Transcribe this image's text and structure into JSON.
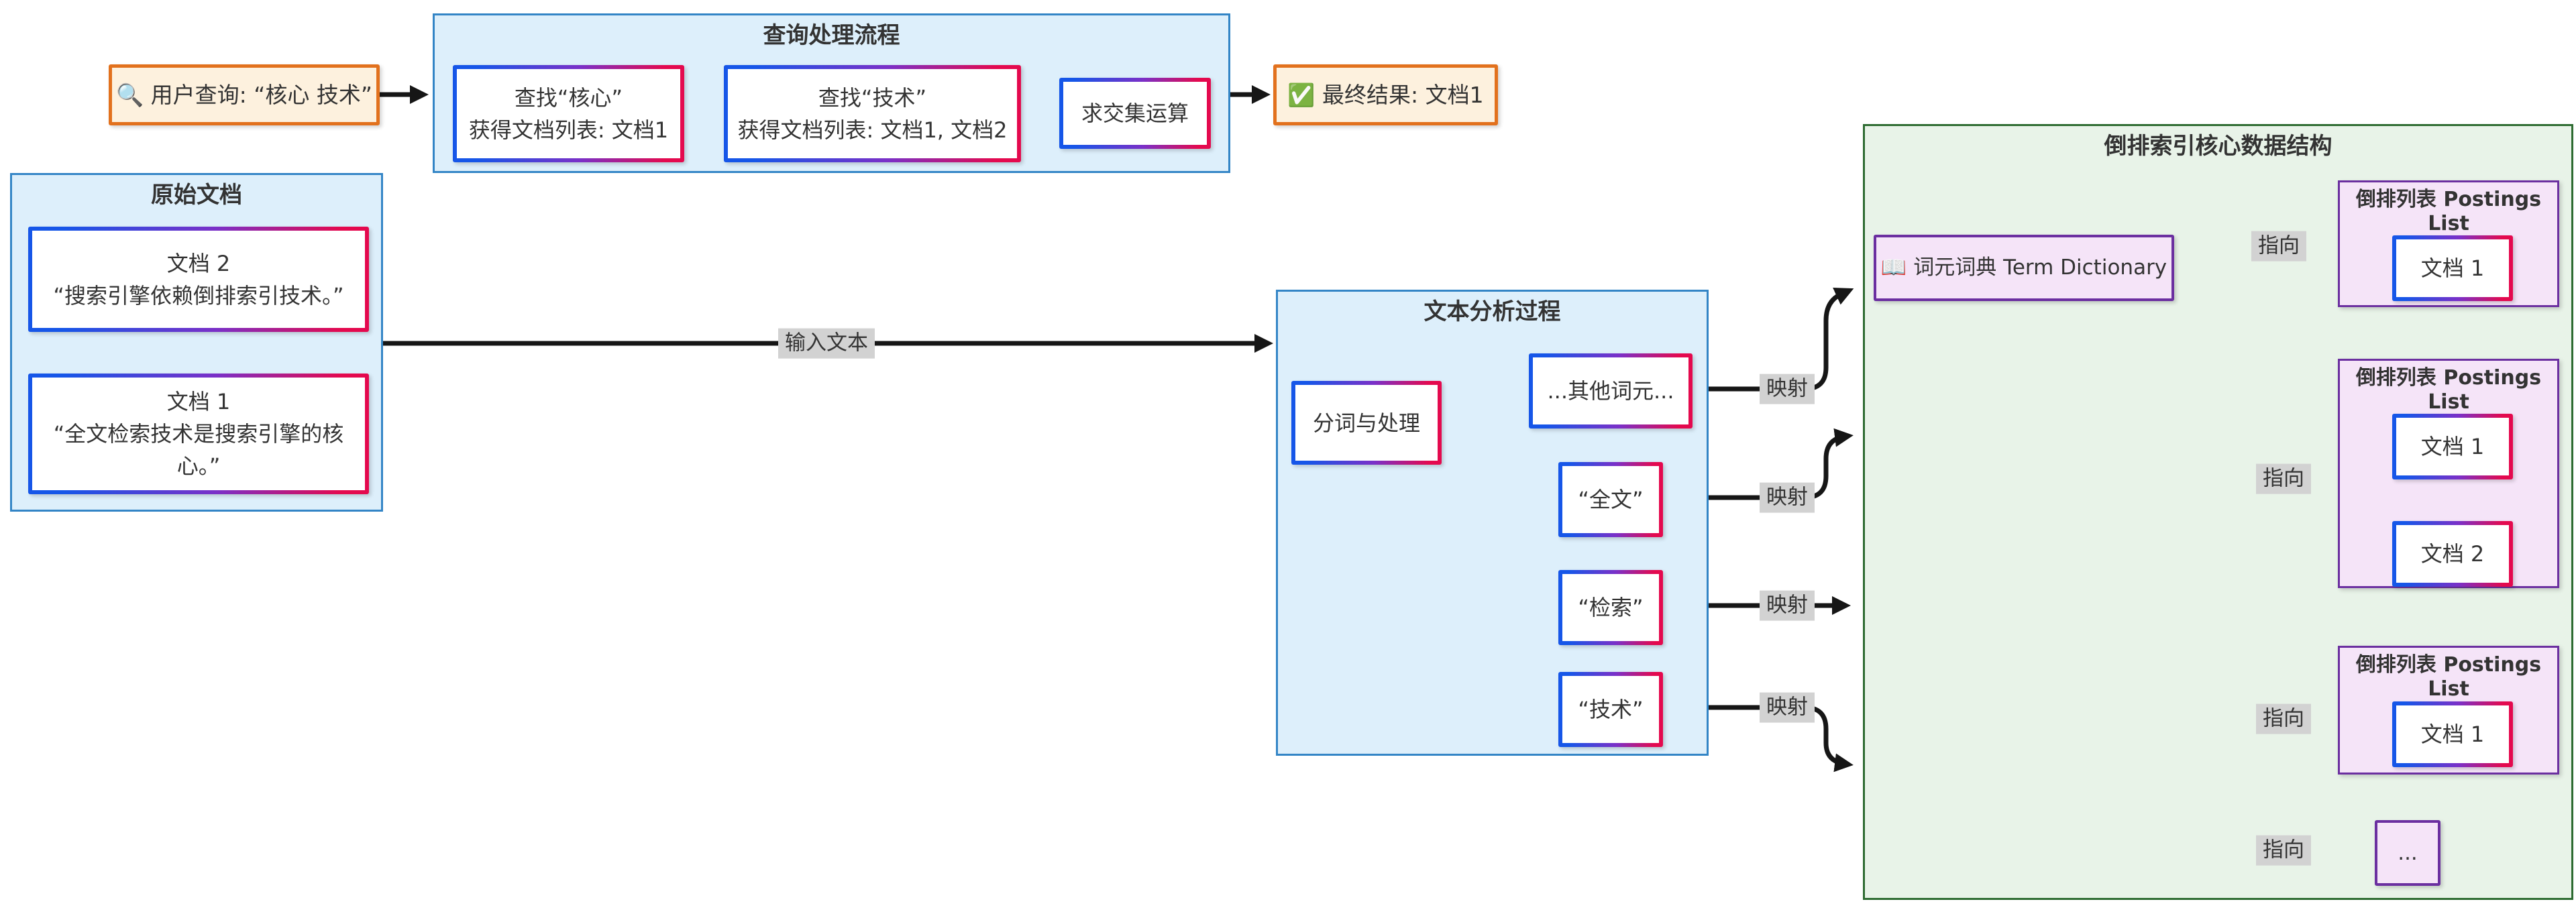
{
  "colors": {
    "edge": "#161616",
    "edge_label_bg": "#d2d2d2",
    "text": "#333333",
    "cluster_blue_bg": "#ddeffb",
    "cluster_blue_border": "#3385c6",
    "cluster_green_bg": "#e8f3e8",
    "cluster_green_border": "#2d6b31",
    "node_orange_bg": "#fdf1de",
    "node_orange_border": "#e2711d",
    "node_purple_bg": "#f5e4f8",
    "node_purple_border": "#6b2fa0",
    "gradient_blue": "#1656e8",
    "gradient_purple": "#7a30c8",
    "gradient_red": "#e4094e"
  },
  "flow": {
    "user_query": "🔍 用户查询: “核心 技术”",
    "final_result": "✅ 最终结果: 文档1"
  },
  "query_cluster": {
    "title": "查询处理流程",
    "lookup_core": {
      "line1": "查找“核心”",
      "line2": "获得文档列表: 文档1"
    },
    "lookup_tech": {
      "line1": "查找“技术”",
      "line2": "获得文档列表: 文档1, 文档2"
    },
    "intersect": "求交集运算"
  },
  "docs_cluster": {
    "title": "原始文档",
    "doc2": {
      "line1": "文档 2",
      "line2": "“搜索引擎依赖倒排索引技术。”"
    },
    "doc1": {
      "line1": "文档 1",
      "line2": "“全文检索技术是搜索引擎的核心。”"
    }
  },
  "analysis_cluster": {
    "title": "文本分析过程",
    "tokenizer": "分词与处理",
    "tokens": [
      "...其他词元...",
      "“全文”",
      "“检索”",
      "“技术”"
    ]
  },
  "index_cluster": {
    "title": "倒排索引核心数据结构",
    "dictionary": "📖 词元词典 Term Dictionary",
    "postings": [
      {
        "title": "倒排列表 Postings List",
        "docs": [
          "文档 1"
        ]
      },
      {
        "title": "倒排列表 Postings List",
        "docs": [
          "文档 1",
          "文档 2"
        ]
      },
      {
        "title": "倒排列表 Postings List",
        "docs": [
          "文档 1"
        ]
      }
    ],
    "more": "..."
  },
  "edge_labels": {
    "input_text": "输入文本",
    "mapping": [
      "映射",
      "映射",
      "映射",
      "映射"
    ],
    "pointing": [
      "指向",
      "指向",
      "指向",
      "指向"
    ]
  }
}
